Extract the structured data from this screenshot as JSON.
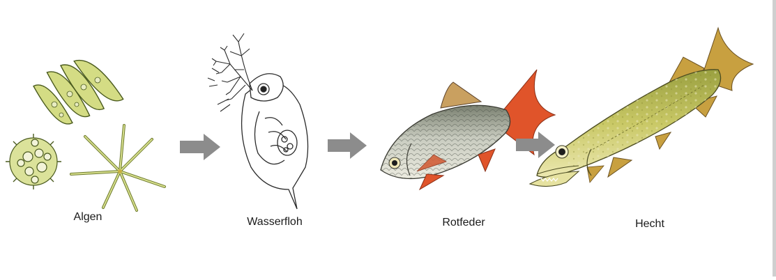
{
  "organisms": [
    {
      "id": "algae",
      "label": "Algen",
      "icon": "algae-icon"
    },
    {
      "id": "daphnia",
      "label": "Wasserfloh",
      "icon": "water-flea-icon"
    },
    {
      "id": "rudd",
      "label": "Rotfeder",
      "icon": "rudd-fish-icon"
    },
    {
      "id": "pike",
      "label": "Hecht",
      "icon": "pike-fish-icon"
    }
  ],
  "arrow_color": "#8c8c8c",
  "colors": {
    "algae_fill": "#d4dc84",
    "algae_stroke": "#4a5a1e",
    "rudd_body": "#b8bcae",
    "rudd_fins": "#e0542a",
    "pike_body": "#c8c860",
    "pike_belly": "#e6e2a0",
    "pike_fins": "#c8a040"
  }
}
